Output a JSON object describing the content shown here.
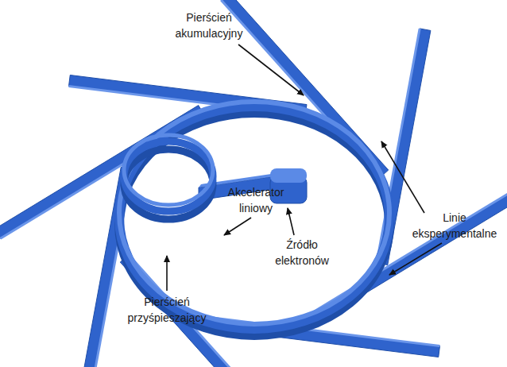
{
  "diagram": {
    "labels": [
      "Pierścień akumulacyjny",
      "Akcelerator liniowy",
      "Linie eksperymentalne",
      "Pierścień przyśpieszający",
      "Źródło elektronów"
    ]
  }
}
